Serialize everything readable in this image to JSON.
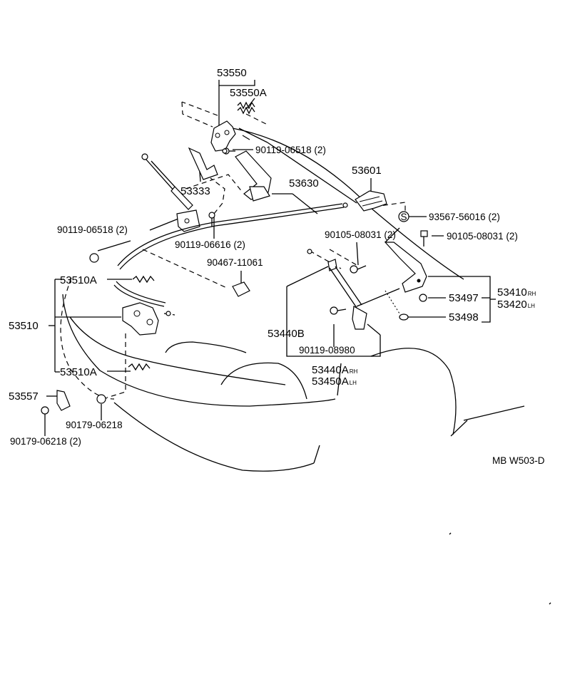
{
  "diagram_code": "MB W503-D",
  "parts": {
    "p53550": "53550",
    "p53550A": "53550A",
    "p90119_06518_top": "90119-06518 (2)",
    "p53601": "53601",
    "p53333": "53333",
    "p53630": "53630",
    "p93567": "93567-56016 (2)",
    "p90119_06518_left": "90119-06518 (2)",
    "p90119_06616": "90119-06616 (2)",
    "p90105_08031_mid": "90105-08031 (2)",
    "p90105_08031_right": "90105-08031 (2)",
    "p90467": "90467-11061",
    "p53510A_top": "53510A",
    "p53497": "53497",
    "p53410": "53410",
    "p53410_side": "RH",
    "p53420": "53420",
    "p53420_side": "LH",
    "p53498": "53498",
    "p53510": "53510",
    "p53440B": "53440B",
    "p90119_08980": "90119-08980",
    "p53510A_bottom": "53510A",
    "p53440A": "53440A",
    "p53440A_side": "RH",
    "p53450A": "53450A",
    "p53450A_side": "LH",
    "p53557": "53557",
    "p90179_06218_center": "90179-06218",
    "p90179_06218_left": "90179-06218 (2)"
  },
  "symbols": {
    "s_marker": "S"
  },
  "icons": {
    "hood": "hood-outline-icon",
    "lock": "hood-lock-icon",
    "hinge": "hood-hinge-icon",
    "support": "hood-support-rod-icon",
    "cable": "release-cable-icon",
    "bolt": "bolt-icon",
    "nut": "nut-icon",
    "spring": "spring-icon",
    "lever": "release-lever-icon"
  }
}
